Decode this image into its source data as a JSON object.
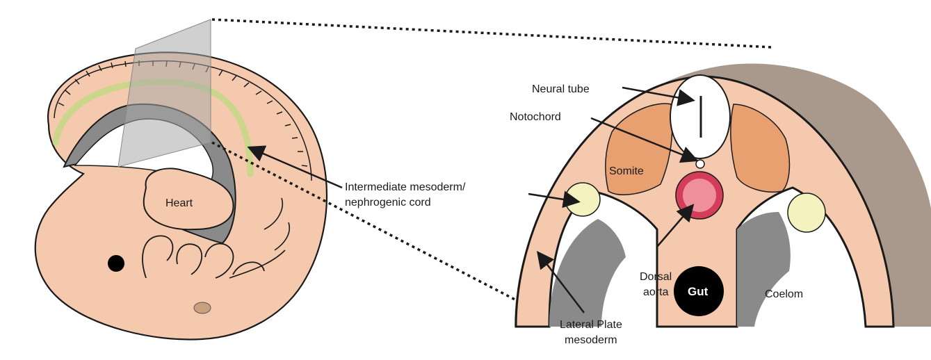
{
  "labels": {
    "heart": "Heart",
    "neural_tube": "Neural tube",
    "notochord": "Notochord",
    "somite": "Somite",
    "intermediate_line1": "Intermediate mesoderm/",
    "intermediate_line2": "nephrogenic cord",
    "dorsal_line1": "Dorsal",
    "dorsal_line2": "aorta",
    "gut": "Gut",
    "coelom": "Coelom",
    "lateral_line1": "Lateral Plate",
    "lateral_line2": "mesoderm"
  },
  "colors": {
    "embryo_skin": "#f4c9ad",
    "somite": "#e8a070",
    "intermediate": "#f4f2bf",
    "aorta_outer": "#d43d5a",
    "aorta_inner": "#ef8f9a",
    "gut": "#000000",
    "tissue_gray": "#8a8a8a",
    "outer_band": "#a8998c",
    "green_band": "#cad68a",
    "section_plane": "#aaaaaa"
  }
}
